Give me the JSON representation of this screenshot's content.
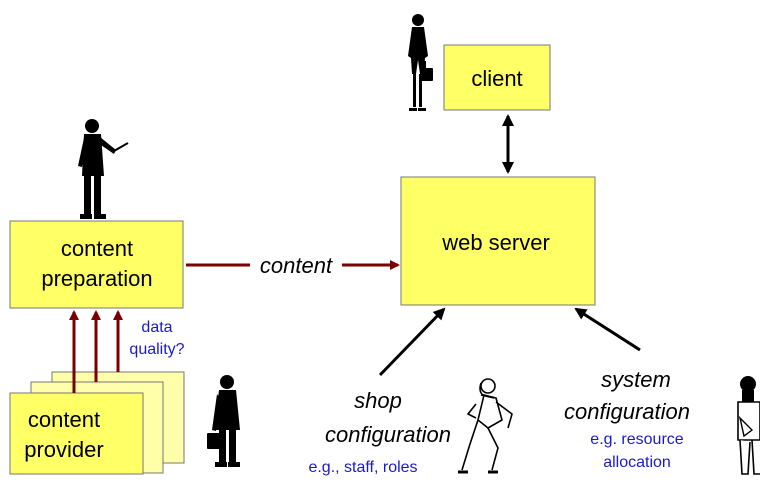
{
  "boxes": {
    "client": "client",
    "web_server": "web server",
    "content_prep_line1": "content",
    "content_prep_line2": "preparation",
    "content_provider_line1": "content",
    "content_provider_line2": "provider"
  },
  "labels": {
    "content": "content",
    "data_quality_line1": "data",
    "data_quality_line2": "quality?",
    "shop_line1": "shop",
    "shop_line2": "configuration",
    "shop_note": "e.g., staff, roles",
    "system_line1": "system",
    "system_line2": "configuration",
    "system_note_line1": "e.g. resource",
    "system_note_line2": "allocation"
  },
  "colors": {
    "box_fill": "#ffff66",
    "stack_fill": "#ffffaa",
    "box_stroke": "#555555",
    "arrow_dark_red": "#7a0000",
    "arrow_black": "#000000",
    "note_blue": "#1a1acc",
    "figure": "#000000"
  },
  "icons": [
    "woman-with-briefcase-icon",
    "presenter-with-pointer-icon",
    "man-with-briefcase-icon",
    "man-on-phone-icon",
    "bearded-man-with-clipboard-icon"
  ]
}
